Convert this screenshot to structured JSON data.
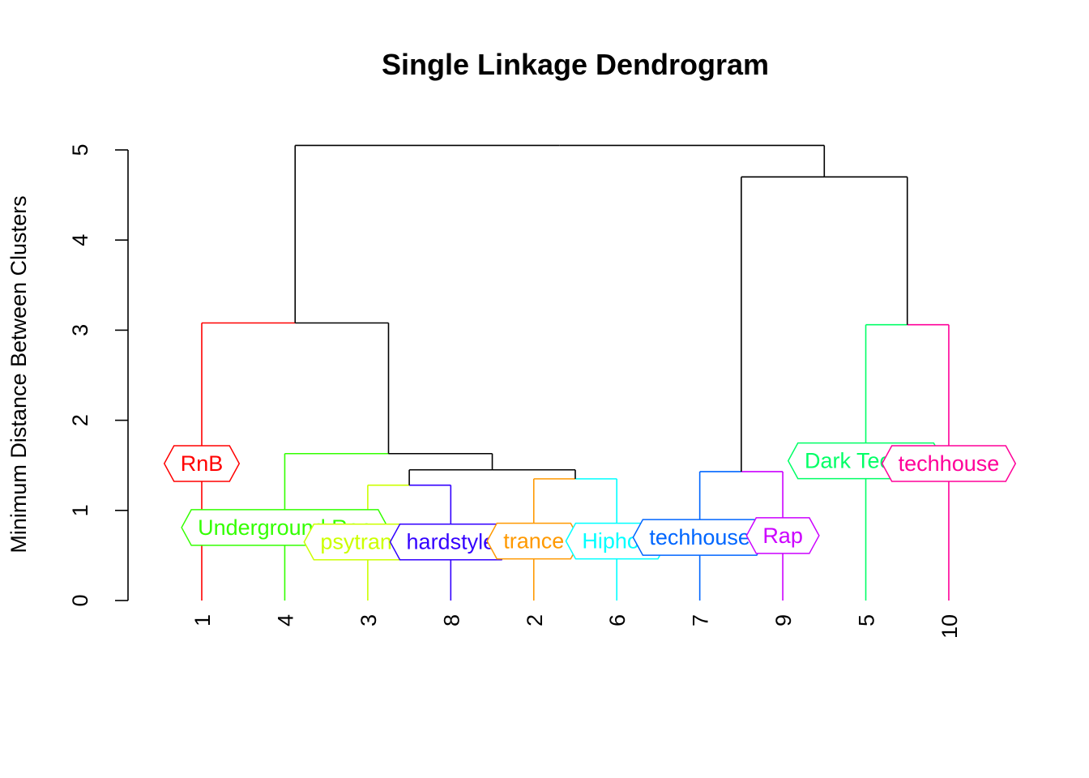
{
  "chart_data": {
    "type": "dendrogram",
    "title": "Single Linkage Dendrogram",
    "xlabel": "",
    "ylabel": "Minimum Distance Between Clusters",
    "ylim": [
      0,
      5
    ],
    "yticks": [
      "0",
      "1",
      "2",
      "3",
      "4",
      "5"
    ],
    "leaf_order": [
      "1",
      "4",
      "3",
      "8",
      "2",
      "6",
      "7",
      "9",
      "5",
      "10"
    ],
    "leaves": [
      {
        "id": "1",
        "label": "RnB",
        "shown_text": "RnB",
        "color": "#FF0000",
        "label_height": 1.52
      },
      {
        "id": "4",
        "label": "Underground Rap",
        "shown_text": "Underground Rap",
        "color": "#33FF00",
        "label_height": 0.81
      },
      {
        "id": "3",
        "label": "psytrance",
        "shown_text": "psytran",
        "color": "#CCFF00",
        "label_height": 0.65
      },
      {
        "id": "8",
        "label": "hardstyle",
        "shown_text": "hardstyl",
        "color": "#3300FF",
        "label_height": 0.65
      },
      {
        "id": "2",
        "label": "trance",
        "shown_text": "trance",
        "color": "#FF9900",
        "label_height": 0.66
      },
      {
        "id": "6",
        "label": "Hiphop",
        "shown_text": "Hiph",
        "color": "#00FFFF",
        "label_height": 0.66
      },
      {
        "id": "7",
        "label": "techhouse",
        "shown_text": "techhouse",
        "color": "#0066FF",
        "label_height": 0.7
      },
      {
        "id": "9",
        "label": "Rap",
        "shown_text": "Rap",
        "color": "#CC00FF",
        "label_height": 0.72
      },
      {
        "id": "5",
        "label": "Dark Techno",
        "shown_text": "Dark T",
        "color": "#00FF66",
        "label_height": 1.55
      },
      {
        "id": "10",
        "label": "techhouse",
        "shown_text": "techhouse",
        "color": "#FF0099",
        "label_height": 1.52
      }
    ],
    "merges": [
      {
        "left": "3",
        "right": "8",
        "height": 1.28,
        "color": "#CCFF00",
        "right_color": "#3300FF"
      },
      {
        "left": "2",
        "right": "6",
        "height": 1.35,
        "color": "#FF9900",
        "right_color": "#00FFFF"
      },
      {
        "left": "7",
        "right": "9",
        "height": 1.43,
        "color": "#0066FF",
        "right_color": "#CC00FF"
      },
      {
        "left": "(3,8)",
        "right": "(2,6)",
        "height": 1.45,
        "color": "#000000"
      },
      {
        "left": "4",
        "right": "(3,8,2,6)",
        "height": 1.63,
        "color": "#000000",
        "left_color": "#33FF00"
      },
      {
        "left": "5",
        "right": "10",
        "height": 3.06,
        "color": "#00FF66",
        "right_color": "#FF0099"
      },
      {
        "left": "1",
        "right": "(4,3,8,2,6)",
        "height": 3.08,
        "color": "#000000",
        "left_color": "#FF0000"
      },
      {
        "left": "(7,9)",
        "right": "(5,10)",
        "height": 4.7,
        "color": "#000000"
      },
      {
        "left": "(1,...,6)",
        "right": "(7,9,5,10)",
        "height": 5.05,
        "color": "#000000"
      }
    ]
  }
}
